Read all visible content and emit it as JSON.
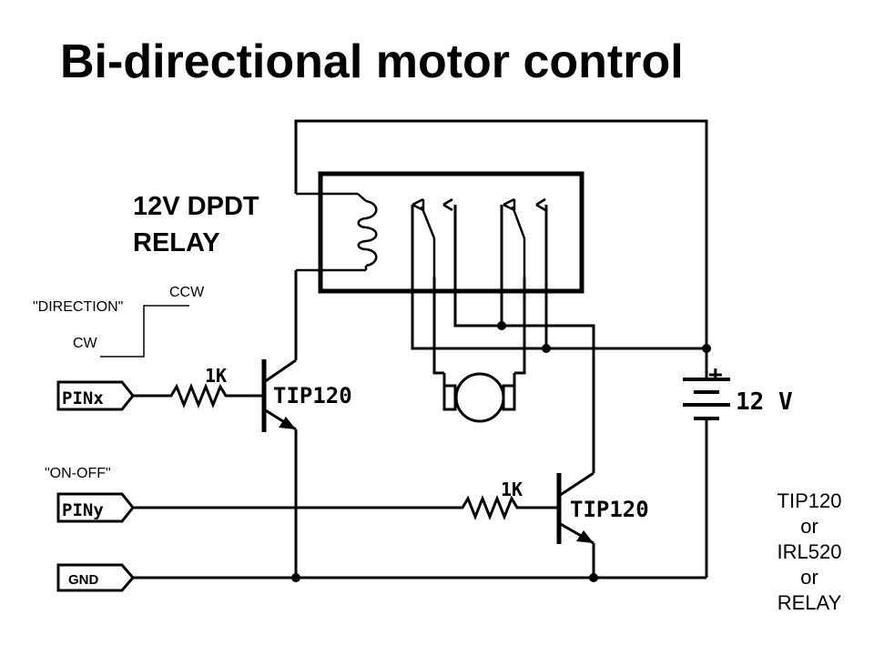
{
  "title": "Bi-directional motor control",
  "relay": {
    "label_line1": "12V DPDT",
    "label_line2": "RELAY"
  },
  "direction_switch": {
    "label": "\"DIRECTION\"",
    "ccw": "CCW",
    "cw": "CW"
  },
  "on_off_label": "\"ON-OFF\"",
  "pins": {
    "pinx": "PINx",
    "piny": "PINy",
    "gnd": "GND"
  },
  "resistors": {
    "r1": "1K",
    "r2": "1K"
  },
  "transistors": {
    "q1": "TIP120",
    "q2": "TIP120"
  },
  "battery": {
    "plus": "+",
    "voltage": "12 V"
  },
  "options_note": [
    "TIP120",
    "or",
    "IRL520",
    "or",
    "RELAY"
  ]
}
